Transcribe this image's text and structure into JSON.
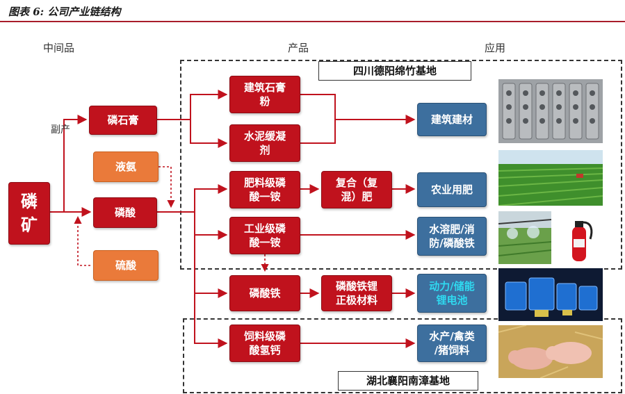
{
  "title": "图表 6: 公司产业链结构",
  "columns": {
    "intermediate": "中间品",
    "product": "产品",
    "application": "应用"
  },
  "regions": {
    "sichuan": "四川德阳绵竹基地",
    "hubei": "湖北襄阳南漳基地"
  },
  "edge_labels": {
    "byproduct": "副产"
  },
  "nodes": {
    "phosphate_rock": "磷\n矿",
    "phosphogypsum": "磷石膏",
    "liquid_ammonia": "液氨",
    "phosphoric_acid": "磷酸",
    "sulfuric_acid": "硫酸",
    "gypsum_powder": "建筑石膏\n粉",
    "cement_retarder": "水泥缓凝\n剂",
    "fertilizer_map": "肥料级磷\n酸一铵",
    "industrial_map": "工业级磷\n酸一铵",
    "iron_phosphate": "磷酸铁",
    "feed_dcp": "饲料级磷\n酸氢钙",
    "compound_fertilizer": "复合（复\n混）肥",
    "lfp_cathode": "磷酸铁锂\n正极材料",
    "building_materials": "建筑建材",
    "agri_fertilizer": "农业用肥",
    "water_soluble": "水溶肥/消\n防/磷酸铁",
    "power_storage": "动力/储能\n锂电池",
    "aquaculture_feed": "水产/禽类\n/猪饲料"
  },
  "colors": {
    "red": "#c0121d",
    "orange": "#ea7a3a",
    "blue": "#3d6f9e",
    "accent_rule": "#a81d2a"
  },
  "photos": [
    "gypsum-board-photo",
    "farmland-photo",
    "irrigation-photo",
    "fire-extinguisher-photo",
    "battery-photo",
    "pigs-photo"
  ]
}
